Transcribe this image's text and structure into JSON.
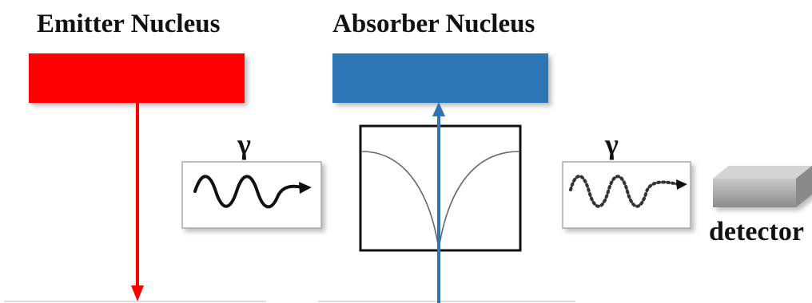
{
  "emitter": {
    "title": "Emitter Nucleus",
    "color": "#ff0000"
  },
  "absorber": {
    "title": "Absorber Nucleus",
    "color": "#2e75b6"
  },
  "photon_in": {
    "symbol": "γ"
  },
  "photon_out": {
    "symbol": "γ"
  },
  "detector": {
    "label": "detector",
    "color": "#9e9e9e"
  }
}
